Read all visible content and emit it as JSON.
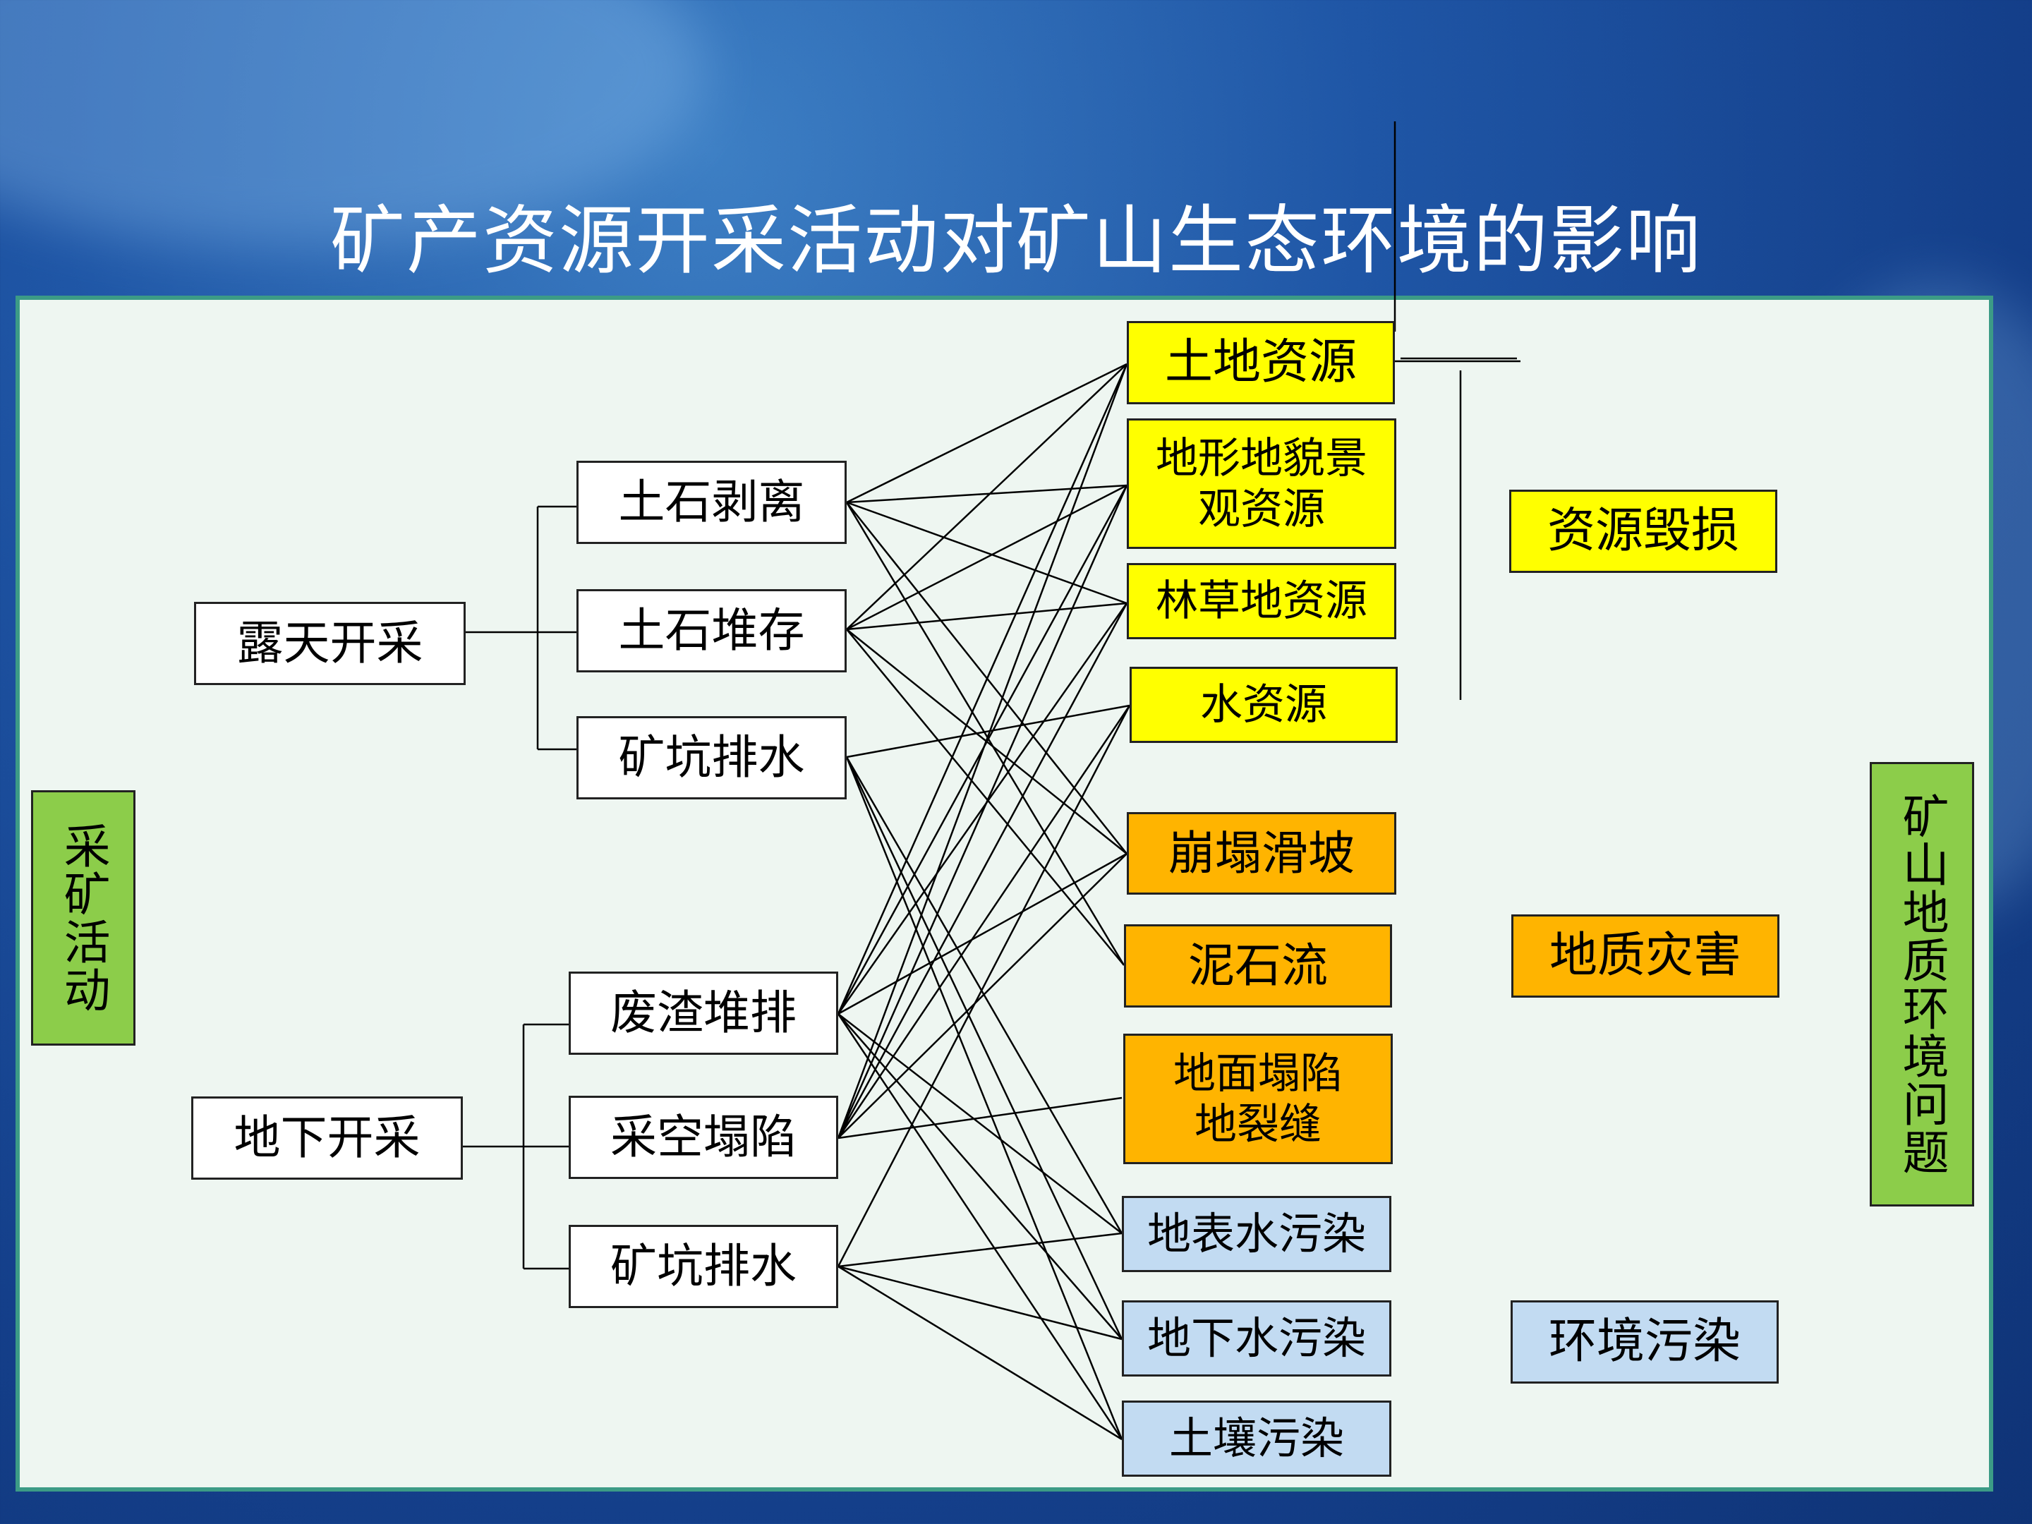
{
  "title": "矿产资源开采活动对矿山生态环境的影响",
  "left_label": "采矿活动",
  "right_label": "矿山地质环境问题",
  "methods": {
    "open_pit": "露天开采",
    "underground": "地下开采"
  },
  "activities": {
    "stripping": "土石剥离",
    "stockpile": "土石堆存",
    "drainage_open": "矿坑排水",
    "waste_dump": "废渣堆排",
    "subsidence": "采空塌陷",
    "drainage_under": "矿坑排水"
  },
  "impacts": {
    "land": "土地资源",
    "landform": "地形地貌景\n观资源",
    "forest": "林草地资源",
    "water": "水资源",
    "collapse": "崩塌滑坡",
    "debris_flow": "泥石流",
    "ground_collapse": "地面塌陷\n地裂缝",
    "surface_water": "地表水污染",
    "ground_water": "地下水污染",
    "soil": "土壤污染"
  },
  "categories": {
    "resource_damage": "资源毁损",
    "geo_hazard": "地质灾害",
    "pollution": "环境污染"
  },
  "colors": {
    "resource": "#ffff00",
    "hazard": "#ffb400",
    "pollution": "#c2dbf2",
    "label": "#8ccd4a",
    "panel_border": "#3c9b86"
  }
}
